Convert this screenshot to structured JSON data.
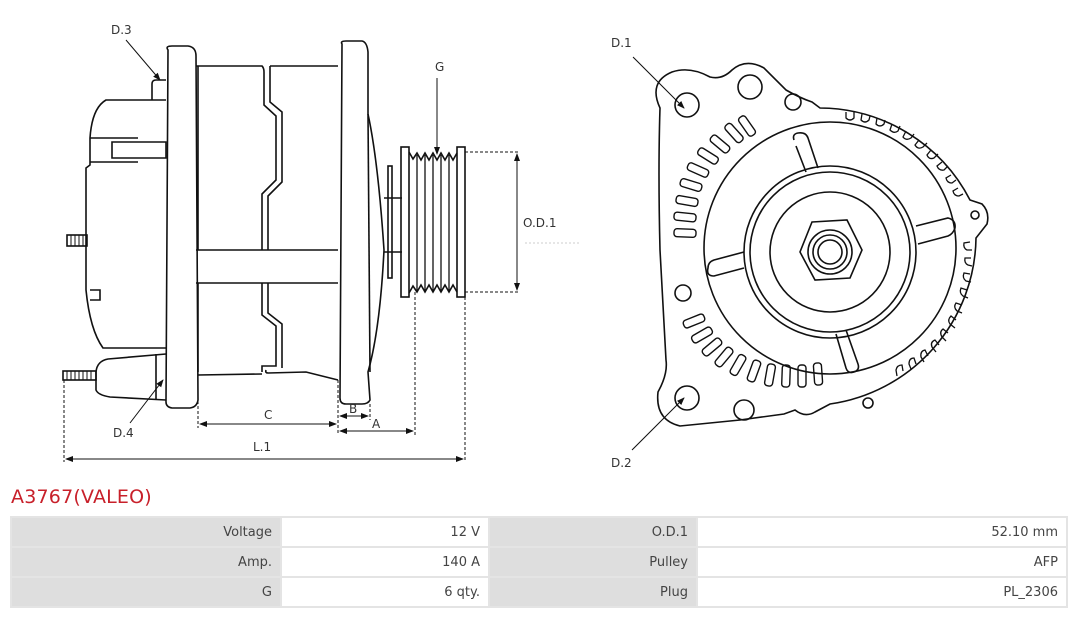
{
  "drawing": {
    "side_view_labels": {
      "d3": "D.3",
      "d4": "D.4",
      "g": "G",
      "od1": "O.D.1",
      "a": "A",
      "b": "B",
      "c": "C",
      "l1": "L.1"
    },
    "front_view_labels": {
      "d1": "D.1",
      "d2": "D.2"
    }
  },
  "product": {
    "title": "A3767(VALEO)",
    "title_color": "#c8202a"
  },
  "specs": {
    "rows": [
      {
        "k1": "Voltage",
        "v1": "12 V",
        "k2": "O.D.1",
        "v2": "52.10 mm"
      },
      {
        "k1": "Amp.",
        "v1": "140 A",
        "k2": "Pulley",
        "v2": "AFP"
      },
      {
        "k1": "G",
        "v1": "6 qty.",
        "k2": "Plug",
        "v2": "PL_2306"
      }
    ]
  }
}
